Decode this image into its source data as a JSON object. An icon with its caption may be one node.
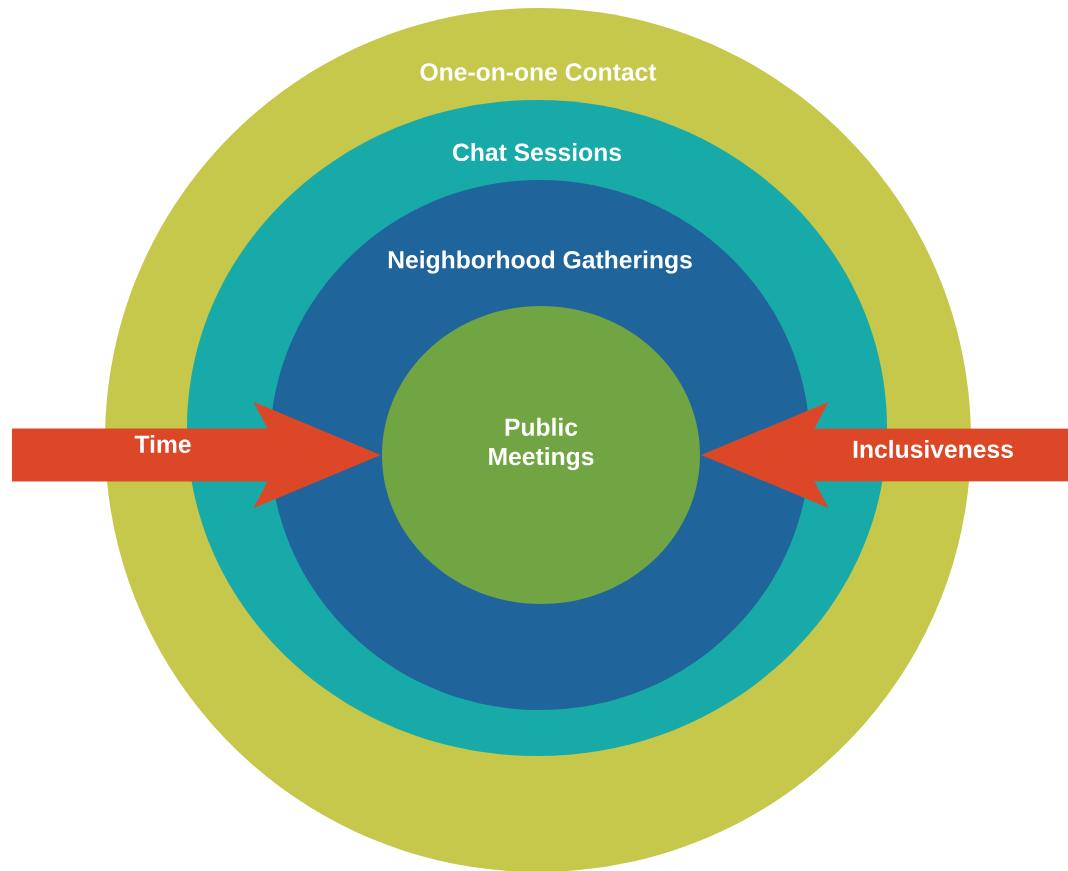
{
  "diagram": {
    "nodes": [
      {
        "text": [
          "One-on-one Contact"
        ]
      },
      {
        "text": [
          "Chat Sessions"
        ],
        "in": 0
      },
      {
        "text": [
          "Neighborhood Gatherings"
        ],
        "in": 1
      },
      {
        "text": [
          "Public Meetings"
        ],
        "in": 2
      }
    ],
    "edges": [
      {
        "from": null,
        "to": 3,
        "arrow": "to",
        "label": "Time"
      },
      {
        "from": null,
        "to": 3,
        "arrow": "to",
        "label": "Inclusiveness"
      }
    ]
  }
}
